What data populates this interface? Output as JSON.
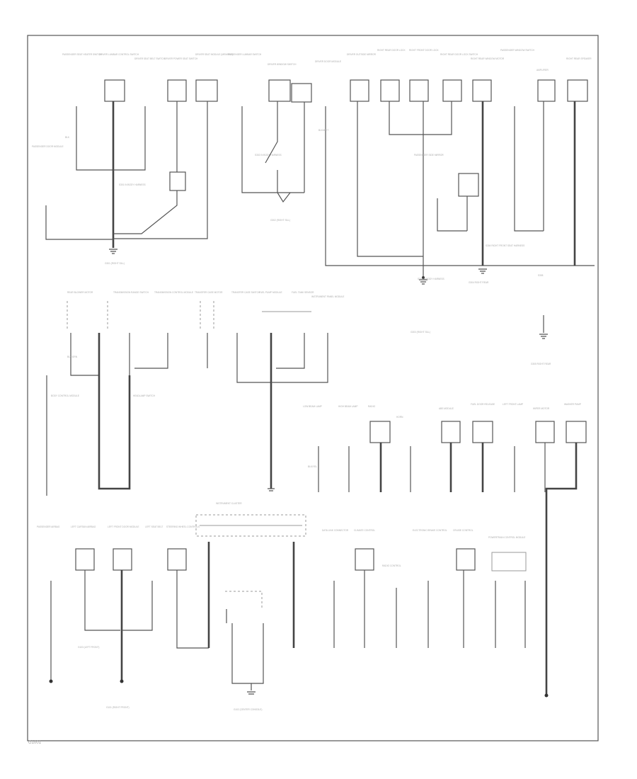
{
  "diagram": {
    "labels": {
      "p1": "PASSENGER SEAT HEATER SWITCH",
      "p2": "DRIVER LUMBAR CONTROL SWITCH",
      "p3": "DRIVER SEAT BELT SWITCH",
      "p4": "DRIVER POWER SEAT SWITCH",
      "p5": "DRIVER SEAT MODULE (MEMORY)",
      "p6": "PASSENGER LUMBAR SWITCH",
      "p7": "DRIVER WINDOW SWITCH",
      "p8": "DRIVER DOOR MODULE",
      "p9": "DRIVER OUTSIDE MIRROR",
      "p10": "RIGHT REAR DOOR LOCK",
      "p11": "RIGHT FRONT DOOR LOCK",
      "p12": "RIGHT REAR DOOR LOCK SWITCH",
      "p13": "RIGHT REAR WINDOW MOTOR",
      "p14": "PASSENGER WINDOW SWITCH",
      "p15": "PASSENGER DOOR MODULE",
      "p16": "PASSENGER SIDE MIRROR",
      "p17": "AMPLIFIER",
      "p18": "RIGHT REAR SPEAKER",
      "g1": "G301 (RIGHT SILL)",
      "g2": "G302 (RIGHT SILL)",
      "g3": "G303 (RIGHT SILL)",
      "g4": "G304 RIGHT REAR",
      "g5": "G305 RIGHT REAR",
      "t1": "S301 IN BODY HARNESS",
      "t2": "S302 IN BODY HARNESS",
      "t3": "S303 IN BODY HARNESS",
      "t4": "S304 RIGHT FRONT SEAT HARNESS",
      "t5": "S305",
      "m1": "REAR BLOWER MOTOR",
      "m2": "TRANSMISSION RANGE SWITCH",
      "m3": "TRANSMISSION CONTROL MODULE",
      "m4": "TRANSFER CASE MOTOR",
      "m5": "TRANSFER CASE SWITCH",
      "m6": "FUEL PUMP MODULE",
      "m7": "FUEL TANK SENSOR",
      "m8": "INSTRUMENT PANEL MODULE",
      "m9": "LOW BEAM LAMP",
      "m10": "HIGH BEAM LAMP",
      "m11": "RADIO",
      "m12": "HORN",
      "m13": "ABS MODULE",
      "m14": "FUEL DOOR RELEASE",
      "m15": "LEFT FRONT LAMP",
      "m16": "WIPER MOTOR",
      "m17": "WASHER PUMP",
      "m18": "BODY CONTROL MODULE",
      "m19": "HEADLAMP SWITCH",
      "b1": "PASSENGER AIRBAG",
      "b2": "LEFT CURTAIN AIRBAG",
      "b3": "LEFT FRONT DOOR MODULE",
      "b4": "LEFT SEAT BELT",
      "b5": "STEERING WHEEL CONTROLS",
      "b6": "INSTRUMENT CLUSTER",
      "b7": "DATA LINK CONNECTOR",
      "b8": "CLIMATE CONTROL",
      "b9": "RADIO CONTROL",
      "b10": "ELECTRONIC BRAKE CONTROL",
      "b11": "CRUISE CONTROL",
      "b12": "POWERTRAIN CONTROL MODULE",
      "bt1": "G101 (RIGHT FRONT)",
      "bt2": "G102 (CENTER CONSOLE)",
      "bt3": "G103 (LEFT FRONT)",
      "w1": "BLK",
      "w2": "BLK/WHT",
      "w3": "BLK/GRN",
      "w4": "BLK/YEL"
    },
    "footer": "G1001"
  }
}
